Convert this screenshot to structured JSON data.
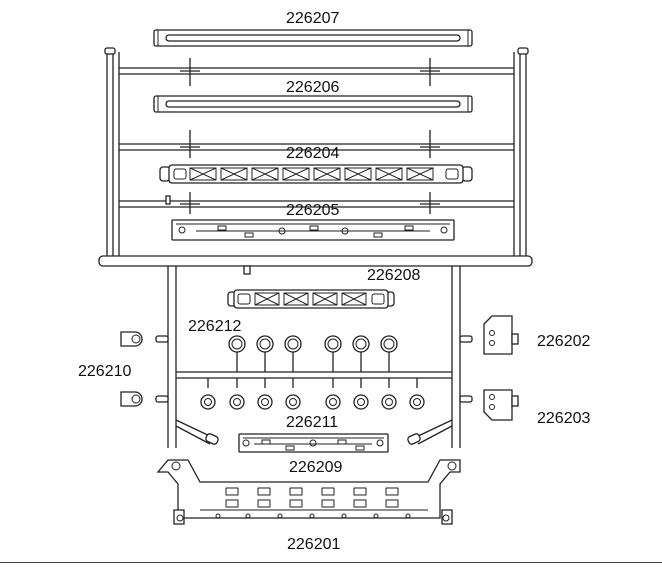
{
  "parts": {
    "p226207": "226207",
    "p226206": "226206",
    "p226204": "226204",
    "p226205": "226205",
    "p226208": "226208",
    "p226212": "226212",
    "p226210": "226210",
    "p226202": "226202",
    "p226203": "226203",
    "p226211": "226211",
    "p226209": "226209",
    "p226201": "226201"
  }
}
